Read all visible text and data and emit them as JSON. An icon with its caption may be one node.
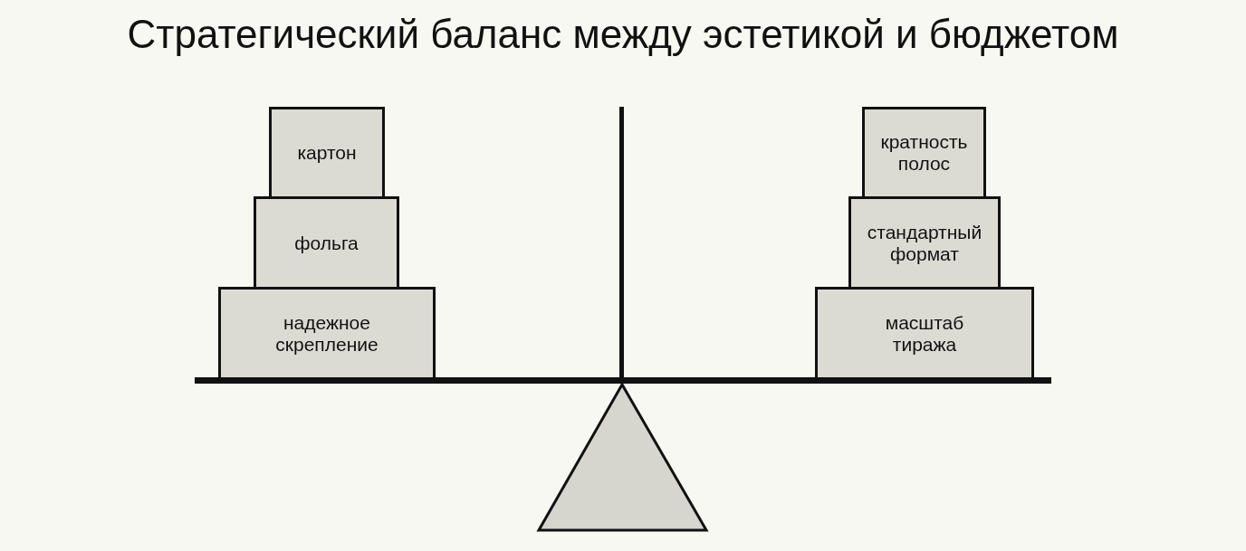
{
  "diagram": {
    "title": "Стратегический баланс между эстетикой и бюджетом",
    "nodes": [
      {
        "text": [
          "картон"
        ]
      },
      {
        "text": [
          "фольга"
        ]
      },
      {
        "text": [
          "надежное скрепление"
        ]
      },
      {
        "text": [
          "кратность полос"
        ]
      },
      {
        "text": [
          "стандартный формат"
        ]
      },
      {
        "text": [
          "масштаб тиража"
        ]
      }
    ]
  }
}
